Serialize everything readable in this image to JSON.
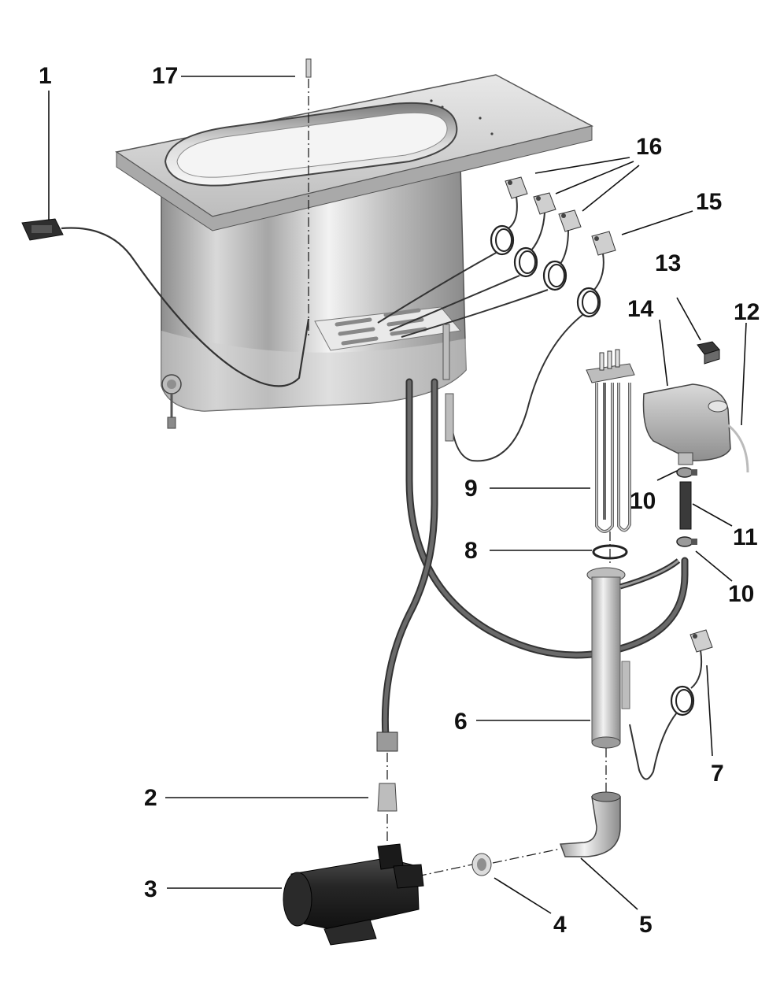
{
  "diagram": {
    "callouts": {
      "c1": "1",
      "c2": "2",
      "c3": "3",
      "c4": "4",
      "c5": "5",
      "c6": "6",
      "c7": "7",
      "c8": "8",
      "c9": "9",
      "c10a": "10",
      "c10b": "10",
      "c11": "11",
      "c12": "12",
      "c13": "13",
      "c14": "14",
      "c15": "15",
      "c16": "16",
      "c17": "17"
    }
  },
  "colors": {
    "ink": "#111111",
    "metal_light": "#e6e6e6",
    "metal_mid": "#9a9a9a",
    "metal_dark": "#3a3a3a",
    "hose": "#4a4a4a"
  }
}
